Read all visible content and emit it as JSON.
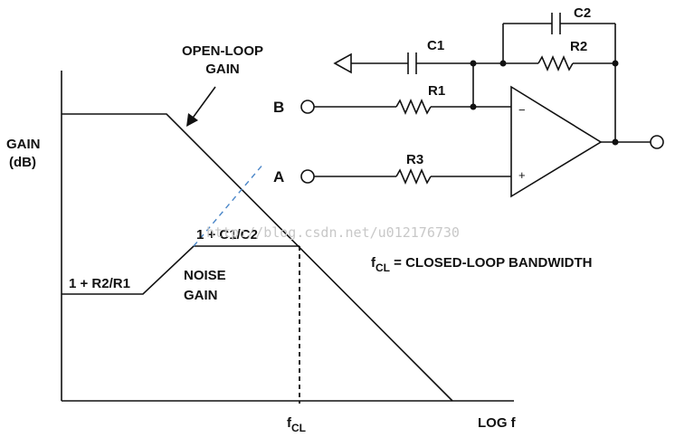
{
  "graph": {
    "y_axis_label_line1": "GAIN",
    "y_axis_label_line2": "(dB)",
    "x_axis_label": "LOG f",
    "x_marker_main": "f",
    "x_marker_sub": "CL",
    "open_loop_line1": "OPEN-LOOP",
    "open_loop_line2": "GAIN",
    "low_freq_noise_gain": "1 + R2/R1",
    "high_freq_noise_gain": "1 + C1/C2",
    "noise_gain_line1": "NOISE",
    "noise_gain_line2": "GAIN"
  },
  "definition": {
    "term_main": "f",
    "term_sub": "CL",
    "text": " = CLOSED-LOOP BANDWIDTH"
  },
  "circuit": {
    "terminal_b": "B",
    "terminal_a": "A",
    "c1": "C1",
    "c2": "C2",
    "r1": "R1",
    "r2": "R2",
    "r3": "R3",
    "minus_sign": "−",
    "plus_sign": "+"
  },
  "watermark": "http://blog.csdn.net/u012176730",
  "colors": {
    "ink": "#111111",
    "dashed_extension": "#4a86c8",
    "watermark": "#c8c8c8"
  }
}
